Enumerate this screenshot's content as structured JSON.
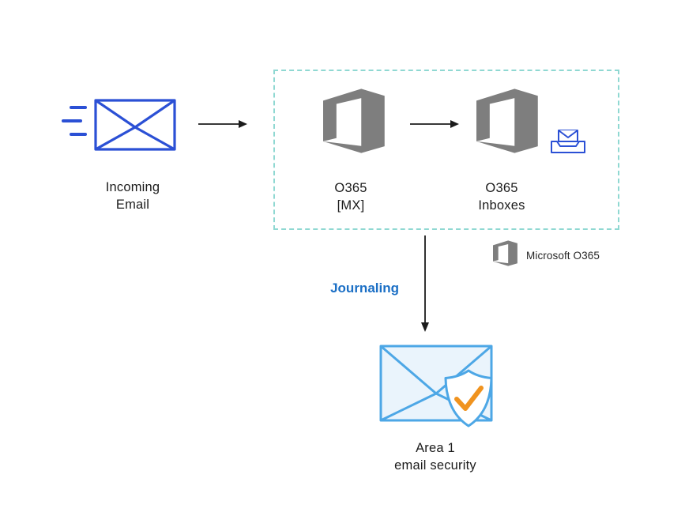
{
  "colors": {
    "background": "#ffffff",
    "envelope_blue": "#2b50d5",
    "office_gray": "#7e7e7e",
    "boundary_teal": "#8fd8d2",
    "journaling_blue": "#1b6fc5",
    "security_blue": "#4da7e6",
    "security_fill": "#eaf4fc",
    "check_orange": "#f0931f",
    "arrow_black": "#1b1b1b",
    "text_dark": "#1c1c1c"
  },
  "nodes": {
    "incoming_email": {
      "line1": "Incoming",
      "line2": "Email",
      "icon": "envelope-outline-with-speed-lines"
    },
    "o365_mx": {
      "line1": "O365",
      "line2": "[MX]",
      "icon": "office-365-logo"
    },
    "o365_inboxes": {
      "line1": "O365",
      "line2": "Inboxes",
      "icon": "office-365-logo",
      "extra_icon": "inbox-mail-tray"
    },
    "area1": {
      "line1": "Area 1",
      "line2": "email security",
      "icon": "envelope-with-shield-check"
    }
  },
  "legend": {
    "label": "Microsoft O365",
    "icon": "office-365-logo"
  },
  "flow": {
    "journaling_label": "Journaling"
  }
}
